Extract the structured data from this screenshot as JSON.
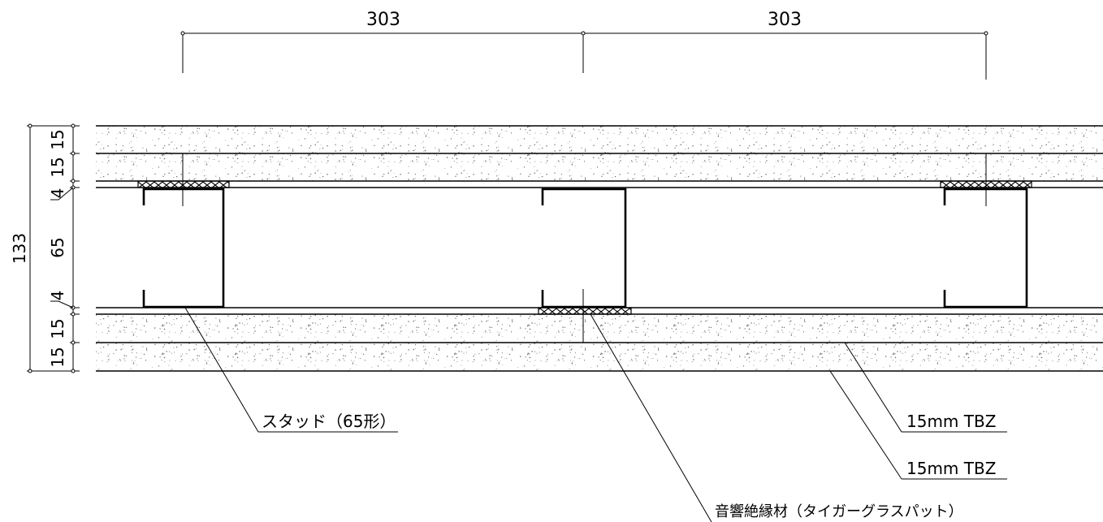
{
  "dimensions": {
    "top": [
      "303",
      "303"
    ],
    "total": "133",
    "layers": [
      "15",
      "15",
      "4",
      "65",
      "4",
      "15",
      "15"
    ]
  },
  "callouts": {
    "stud": "スタッド（65形）",
    "board_1": "15mm TBZ",
    "board_2": "15mm TBZ",
    "insulation": "音響絶縁材（タイガーグラスパット）"
  },
  "colors": {
    "line": "#000000",
    "stipple": "#6a6a6a",
    "background": "#ffffff"
  }
}
